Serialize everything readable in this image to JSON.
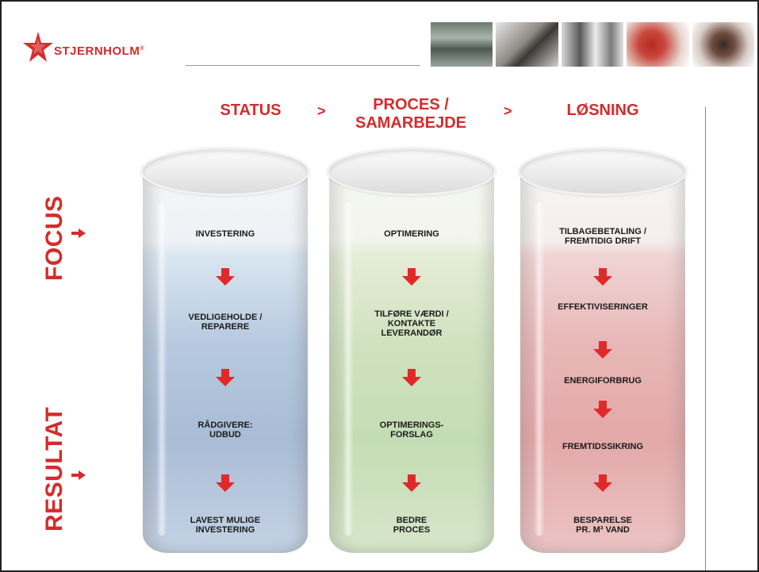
{
  "header": {
    "logo_text": "STJERNHOLM",
    "logo_reg": "®"
  },
  "columns": {
    "status_title": "STATUS",
    "proces_title_line1": "PROCES /",
    "proces_title_line2": "SAMARBEJDE",
    "losning_title": "LØSNING",
    "separator": ">"
  },
  "side_labels": {
    "focus": "FOCUS",
    "resultat": "RESULTAT"
  },
  "status_steps": {
    "s1": "INVESTERING",
    "s2_line1": "VEDLIGEHOLDE /",
    "s2_line2": "REPARERE",
    "s3_line1": "RÅDGIVERE:",
    "s3_line2": "UDBUD",
    "s4_line1": "LAVEST MULIGE",
    "s4_line2": "INVESTERING"
  },
  "proces_steps": {
    "s1": "OPTIMERING",
    "s2_line1": "TILFØRE VÆRDI /",
    "s2_line2": "KONTAKTE",
    "s2_line3": "LEVERANDØR",
    "s3_line1": "OPTIMERINGS-",
    "s3_line2": "FORSLAG",
    "s4_line1": "BEDRE",
    "s4_line2": "PROCES"
  },
  "losning_steps": {
    "s1_line1": "TILBAGEBETALING /",
    "s1_line2": "FREMTIDIG DRIFT",
    "s2": "EFFEKTIVISERINGER",
    "s3": "ENERGIFORBRUG",
    "s4": "FREMTIDSSIKRING",
    "s5_line1": "BESPARELSE",
    "s5_line2": "PR. M³ VAND"
  },
  "colors": {
    "accent": "#d62b2b",
    "blue_fill": "#b7c9df",
    "green_fill": "#cfe2bf",
    "red_fill": "#e8b7b7"
  },
  "icons": {
    "logo": "red-star-icon",
    "flow": "arrow-down-icon",
    "pointer": "arrow-right-icon"
  }
}
